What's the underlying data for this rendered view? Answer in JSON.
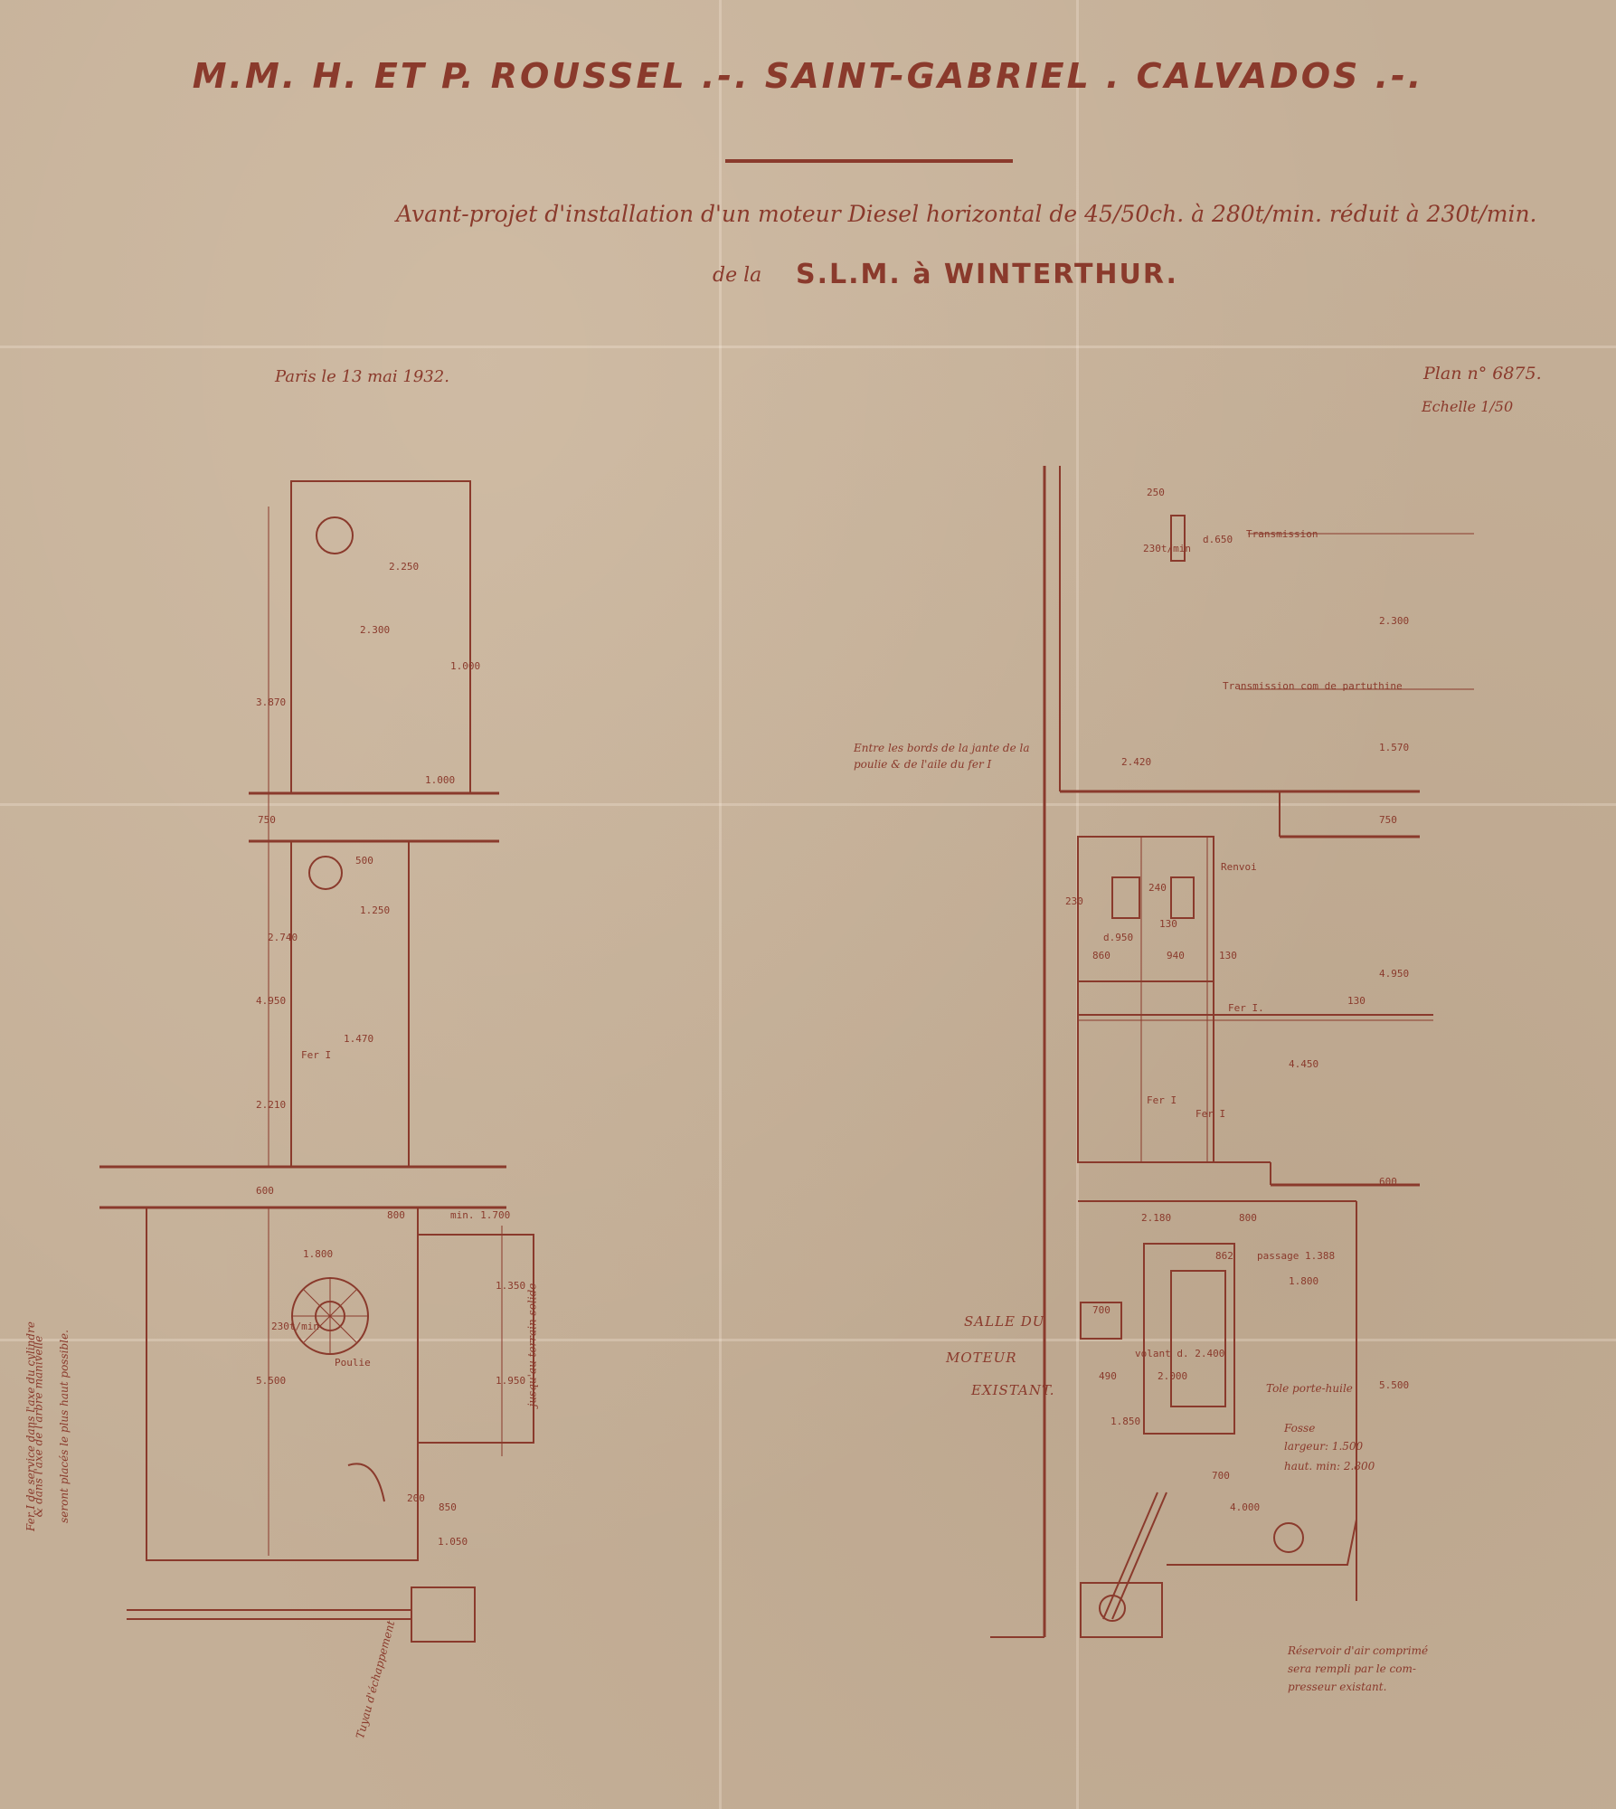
{
  "header": {
    "title": "M.M. H. ET P. ROUSSEL .-. SAINT-GABRIEL . CALVADOS .-.",
    "subtitle_line1": "Avant-projet d'installation d'un moteur Diesel horizontal de 45/50ch. à 280t/min. réduit à 230t/min.",
    "subtitle_prefix": "de la",
    "subtitle_line2": "S.L.M. à WINTERTHUR.",
    "date": "Paris le 13 mai 1932.",
    "plan_number": "Plan n° 6875.",
    "scale": "Echelle 1/50"
  },
  "annotations": {
    "entre": "Entre les bords de la jante de la poulie & de l'aile du fer I",
    "salle_line1": "SALLE DU",
    "salle_line2": "MOTEUR",
    "salle_line3": "EXISTANT.",
    "reservoir_line1": "Réservoir d'air comprimé",
    "reservoir_line2": "sera rempli par le com-",
    "reservoir_line3": "presseur existant.",
    "side_note_line1": "Fer I de service dans l'axe du cylindre",
    "side_note_line2": "& dans l'axe de l'arbre manivelle",
    "side_note_line3": "seront placés le plus haut possible.",
    "tole": "Tole porte-huile",
    "fosse_line1": "Fosse",
    "fosse_line2": "largeur: 1.500",
    "fosse_line3": "haut. min: 2.800",
    "jusqu_line": "jusqu'au terrain solide",
    "echappement": "Tuyau d'échappement"
  },
  "left_plan": {
    "dims": [
      "2.250",
      "2.300",
      "3.870",
      "1.000",
      "1.000",
      "750",
      "500",
      "1.250",
      "2.740",
      "4.950",
      "1.470",
      "2.210",
      "Fer I",
      "600",
      "800",
      "min. 1.700",
      "1.800",
      "1.350",
      "5.500",
      "1.950",
      "850",
      "1.050",
      "200",
      "230t/min",
      "Poulie"
    ]
  },
  "right_plan": {
    "labels": [
      "Transmission",
      "Transmission com de partuthine",
      "Renvoi",
      "Fer I.",
      "Fer I",
      "Fer I"
    ],
    "dims": [
      "250",
      "230t/min",
      "d.650",
      "2.300",
      "1.570",
      "2.420",
      "750",
      "4.950",
      "130",
      "d.950",
      "130",
      "230",
      "240",
      "860",
      "940",
      "130",
      "4.450",
      "600",
      "2.180",
      "800",
      "862",
      "passage 1.388",
      "1.800",
      "5.500",
      "700",
      "490",
      "2.000",
      "1.850",
      "700",
      "4.000",
      "volant d. 2.400"
    ]
  }
}
